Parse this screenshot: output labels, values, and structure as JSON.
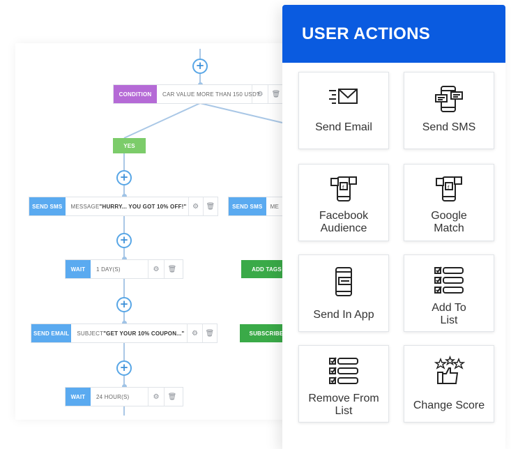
{
  "flow": {
    "condition": {
      "tag": "CONDITION",
      "text": "CAR VALUE MORE THAN 150 USD?"
    },
    "yes_label": "YES",
    "send_sms": {
      "tag": "SEND SMS",
      "prefix": "MESSAGE ",
      "value": "\"HURRY... YOU GOT 10% OFF!\""
    },
    "send_sms_right": {
      "tag": "SEND SMS",
      "text": "ME"
    },
    "wait1": {
      "tag": "WAIT",
      "text": "1 DAY(S)"
    },
    "add_tags": "ADD TAGS",
    "send_email": {
      "tag": "SEND EMAIL",
      "prefix": "SUBJECT ",
      "value": "\"GET YOUR 10% COUPON...\""
    },
    "subscribe": "SUBSCRIBE",
    "wait2": {
      "tag": "WAIT",
      "text": "24 HOUR(S)"
    },
    "plus": "+",
    "gear": "⚙",
    "trash": "🗑"
  },
  "panel": {
    "title": "USER ACTIONS",
    "actions": [
      {
        "label": "Send Email",
        "icon": "envelope-icon"
      },
      {
        "label": "Send SMS",
        "icon": "phone-chat-icon"
      },
      {
        "label": "Facebook\nAudience",
        "icon": "facebook-audience-icon"
      },
      {
        "label": "Google\nMatch",
        "icon": "google-match-icon"
      },
      {
        "label": "Send In App",
        "icon": "in-app-message-icon"
      },
      {
        "label": "Add To\nList",
        "icon": "checklist-icon"
      },
      {
        "label": "Remove From\nList",
        "icon": "checklist-remove-icon"
      },
      {
        "label": "Change Score",
        "icon": "thumbs-up-stars-icon"
      }
    ]
  },
  "colors": {
    "accent": "#0a5be0",
    "node_blue": "#5aaaf0",
    "condition_purple": "#b56ad6",
    "success_green": "#3aaa48"
  }
}
